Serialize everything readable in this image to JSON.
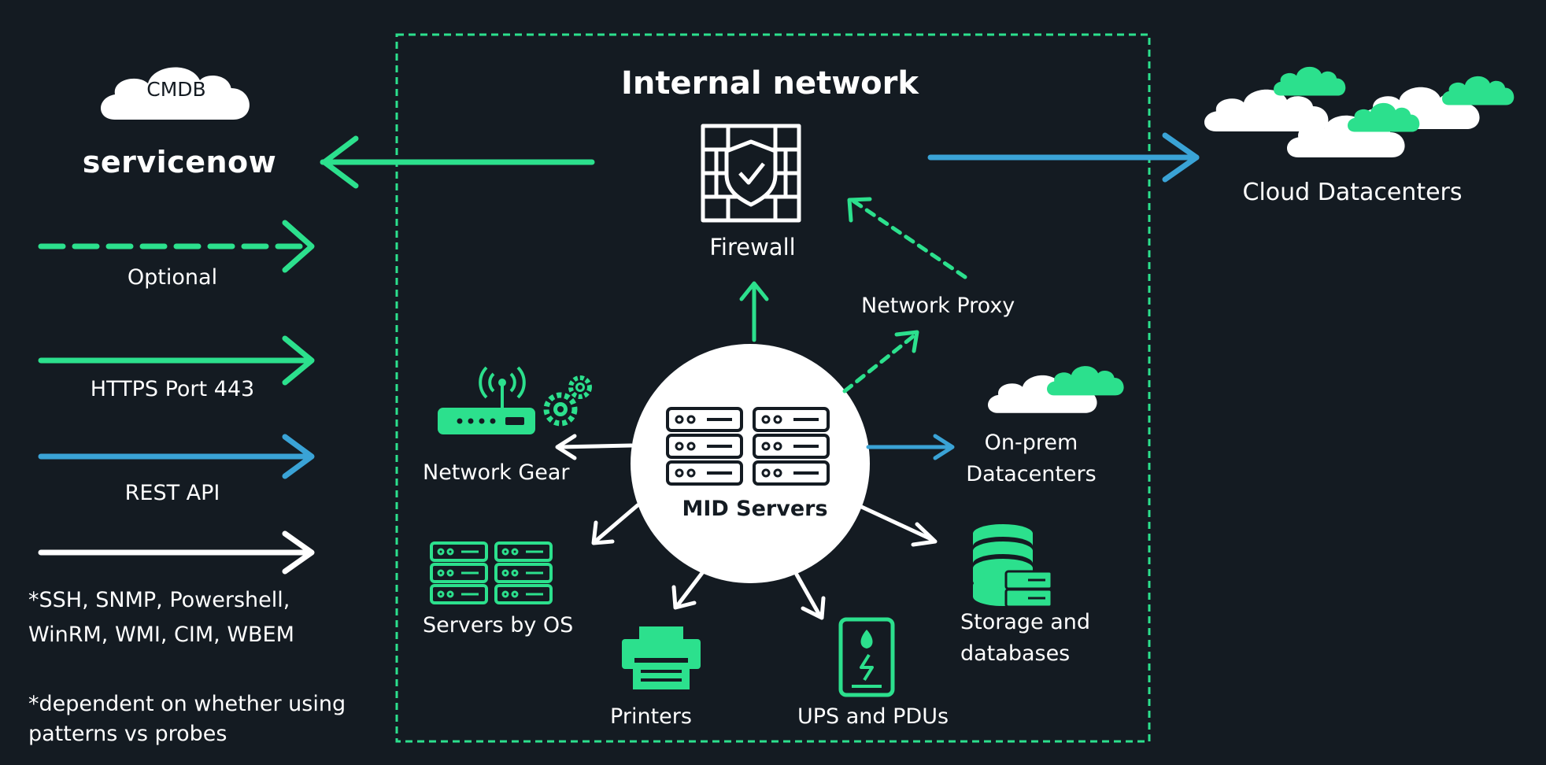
{
  "colors": {
    "background": "#141b22",
    "green": "#2ce08d",
    "blue": "#3aa3d6",
    "white": "#ffffff"
  },
  "cmdb_label": "CMDB",
  "brand": "servicenow",
  "title": "Internal network",
  "firewall_label": "Firewall",
  "proxy_label": "Network Proxy",
  "cloud_label": "Cloud Datacenters",
  "mid_label": "MID Servers",
  "network_gear_label": "Network Gear",
  "onprem_label": [
    "On-prem",
    "Datacenters"
  ],
  "servers_label": "Servers by OS",
  "printers_label": "Printers",
  "ups_label": "UPS and PDUs",
  "storage_label": [
    "Storage and",
    "databases"
  ],
  "legend": {
    "optional": "Optional",
    "https": "HTTPS Port 443",
    "rest": "REST API",
    "protocols": [
      "*SSH, SNMP, Powershell,",
      "WinRM, WMI, CIM, WBEM"
    ],
    "footnote": [
      "*dependent on whether using",
      "patterns vs probes"
    ]
  },
  "icons": [
    "cloud-icon",
    "firewall-icon",
    "router-icon",
    "gears-icon",
    "server-rack-icon",
    "printer-icon",
    "ups-icon",
    "database-icon"
  ]
}
